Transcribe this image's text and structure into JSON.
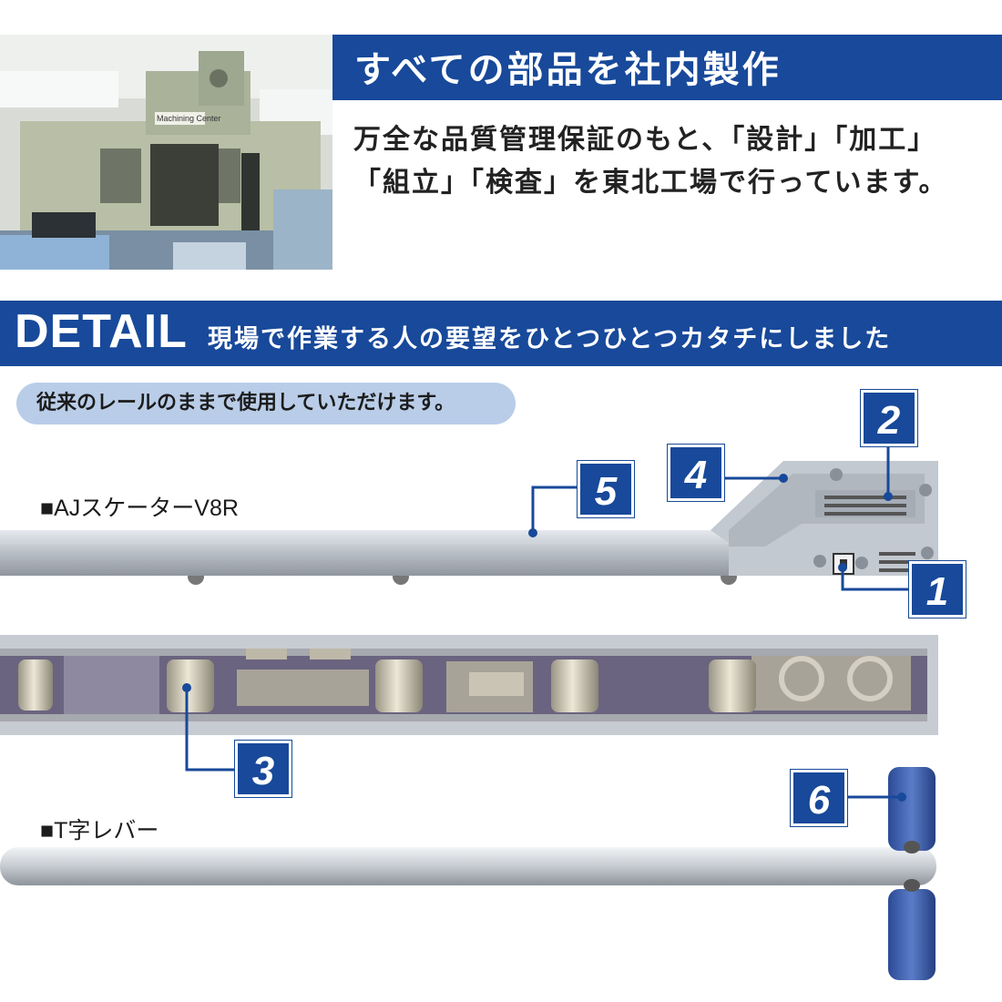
{
  "top": {
    "title": "すべての部品を社内製作",
    "desc_line1": "万全な品質管理保証のもと、「設計」「加工」",
    "desc_line2": "「組立」「検査」を東北工場で行っています。",
    "machine_plate": "Machining Center"
  },
  "detail": {
    "heading": "DETAIL",
    "subheading": "現場で作業する人の要望をひとつひとつカタチにしました",
    "note": "従来のレールのままで使用していただけます。"
  },
  "products": {
    "skater_label": "■AJスケーターV8R",
    "lever_label": "■T字レバー"
  },
  "callouts": [
    "1",
    "2",
    "3",
    "4",
    "5",
    "6"
  ],
  "colors": {
    "brand_blue": "#18499a",
    "pill_blue": "#b9cde8",
    "knob_blue": "#3d5fb0"
  }
}
